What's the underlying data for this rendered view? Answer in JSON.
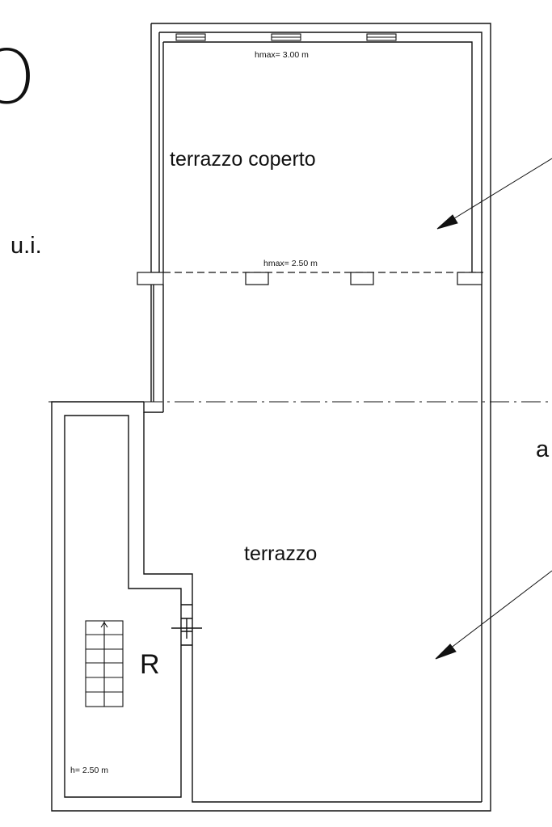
{
  "labels": {
    "top_left_letter": "O",
    "unit_label": "u.i.",
    "right_edge_letter": "a",
    "stair_room_letter": "R"
  },
  "rooms": {
    "covered_terrace": "terrazzo coperto",
    "terrace": "terrazzo"
  },
  "heights": {
    "covered_terrace_top": "hmax= 3.00 m",
    "covered_terrace_mid": "hmax= 2.50 m",
    "stair_room": "h= 2.50 m"
  },
  "colors": {
    "line": "#111111",
    "background": "#ffffff"
  }
}
